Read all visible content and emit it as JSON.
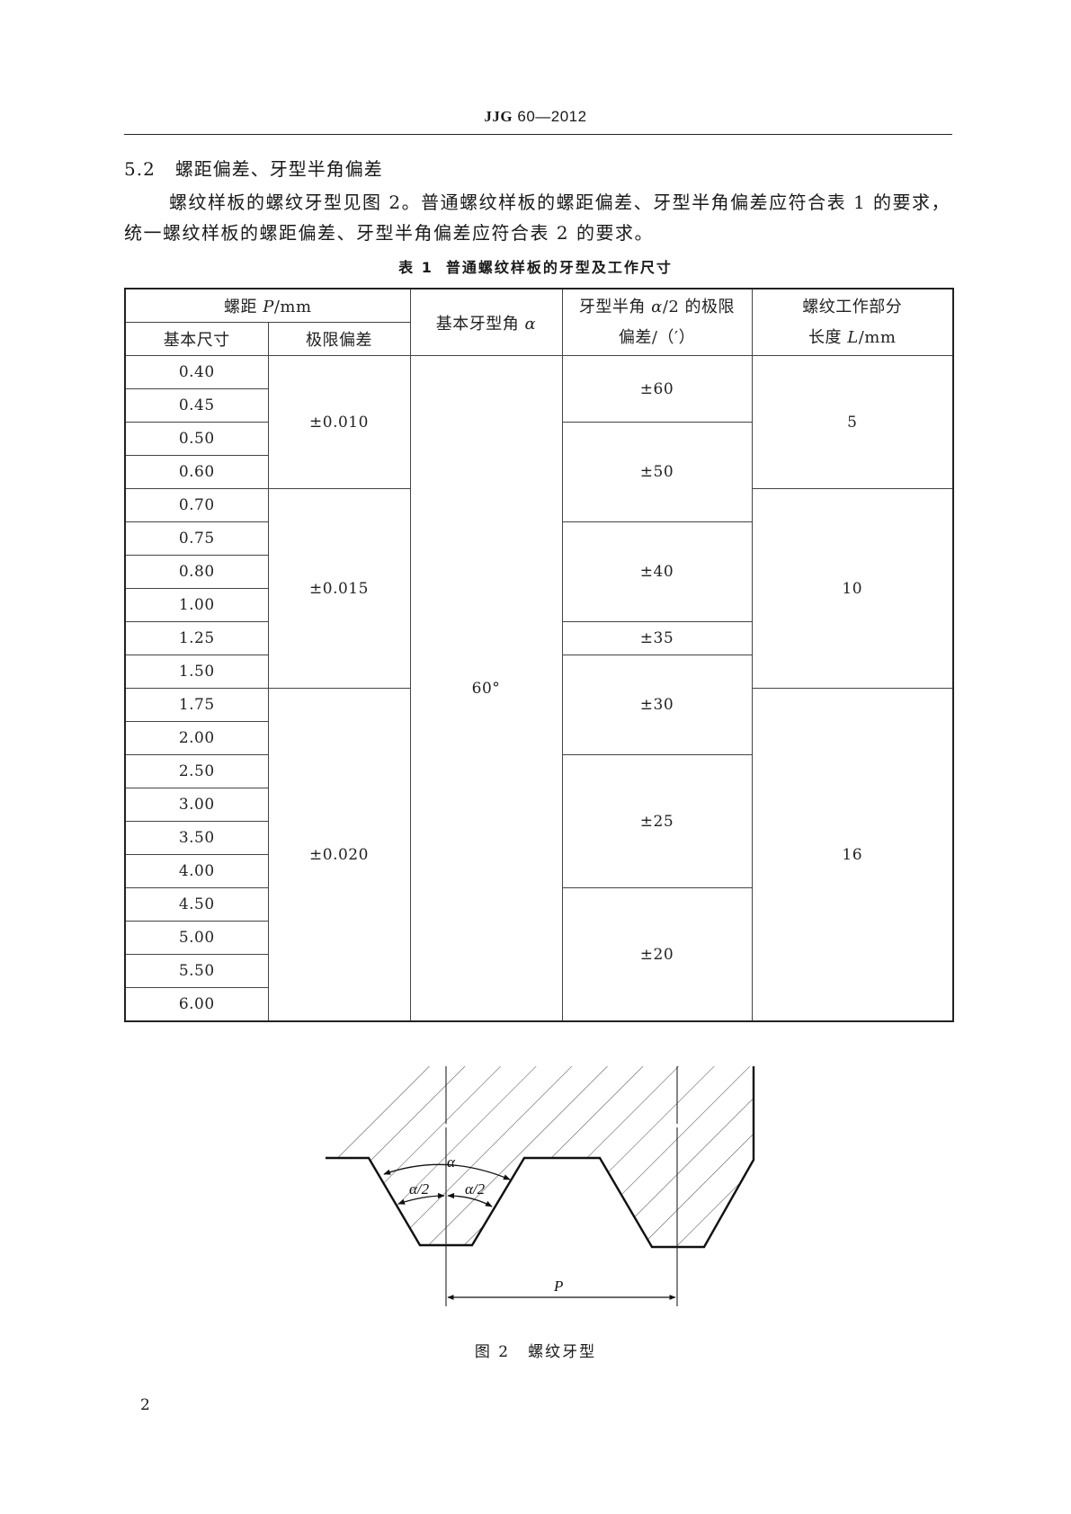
{
  "header": {
    "standard_prefix": "JJG",
    "standard_number": "60—2012"
  },
  "section": {
    "number": "5.2",
    "title": "螺距偏差、牙型半角偏差"
  },
  "paragraph": "螺纹样板的螺纹牙型见图 2。普通螺纹样板的螺距偏差、牙型半角偏差应符合表 1 的要求，统一螺纹样板的螺距偏差、牙型半角偏差应符合表 2 的要求。",
  "table1": {
    "number": "表 1",
    "title": "普通螺纹样板的牙型及工作尺寸",
    "headers": {
      "pitch_group": {
        "prefix": "螺距 ",
        "var": "P",
        "suffix": "/mm"
      },
      "basic_size": "基本尺寸",
      "limit_deviation": "极限偏差",
      "basic_angle": {
        "text": "基本牙型角 ",
        "var": "α"
      },
      "half_angle_line1": {
        "text": "牙型半角 ",
        "var": "α",
        "suffix": "/2 的极限"
      },
      "half_angle_line2": "偏差/（′）",
      "work_length_line1": "螺纹工作部分",
      "work_length_line2": {
        "prefix": "长度 ",
        "var": "L",
        "suffix": "/mm"
      }
    },
    "basic_sizes": [
      "0.40",
      "0.45",
      "0.50",
      "0.60",
      "0.70",
      "0.75",
      "0.80",
      "1.00",
      "1.25",
      "1.50",
      "1.75",
      "2.00",
      "2.50",
      "3.00",
      "3.50",
      "4.00",
      "4.50",
      "5.00",
      "5.50",
      "6.00"
    ],
    "limit_deviations": [
      {
        "value": "±0.010",
        "rowspan": 4
      },
      {
        "value": "±0.015",
        "rowspan": 6
      },
      {
        "value": "±0.020",
        "rowspan": 10
      }
    ],
    "basic_angle_value": "60°",
    "half_angle_deviations": [
      {
        "value": "±60",
        "rowspan": 2
      },
      {
        "value": "±50",
        "rowspan": 3
      },
      {
        "value": "±40",
        "rowspan": 3
      },
      {
        "value": "±35",
        "rowspan": 1
      },
      {
        "value": "±30",
        "rowspan": 3
      },
      {
        "value": "±25",
        "rowspan": 4
      },
      {
        "value": "±20",
        "rowspan": 4
      }
    ],
    "work_lengths": [
      {
        "value": "5",
        "rowspan": 4
      },
      {
        "value": "10",
        "rowspan": 6
      },
      {
        "value": "16",
        "rowspan": 10
      }
    ]
  },
  "figure2": {
    "labels": {
      "alpha": "α",
      "half_alpha_left": "α/2",
      "half_alpha_right": "α/2",
      "pitch": "P"
    },
    "caption_number": "图 2",
    "caption_title": "螺纹牙型"
  },
  "page_number": "2"
}
